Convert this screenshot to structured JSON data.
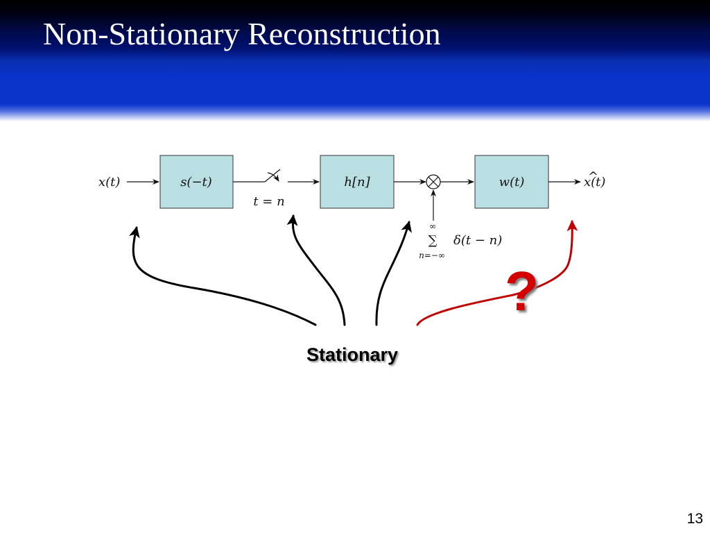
{
  "slide": {
    "title": "Non-Stationary Reconstruction",
    "page_number": "13"
  },
  "diagram": {
    "input": "x(t)",
    "blocks": [
      "s(−t)",
      "h[n]",
      "w(t)"
    ],
    "sampler": "t = n",
    "output_hat": "^",
    "output": "x(t)",
    "sum_upper": "∞",
    "sum_symbol": "∑",
    "sum_lower": "n=−∞",
    "impulse": "δ(t − n)"
  },
  "annotations": {
    "stationary": "Stationary",
    "question": "?"
  },
  "colors": {
    "header_blue": "#0a33cc",
    "block_fill": "#b9dfe3",
    "question_red": "#d40000",
    "red_arrow": "#c00000"
  }
}
